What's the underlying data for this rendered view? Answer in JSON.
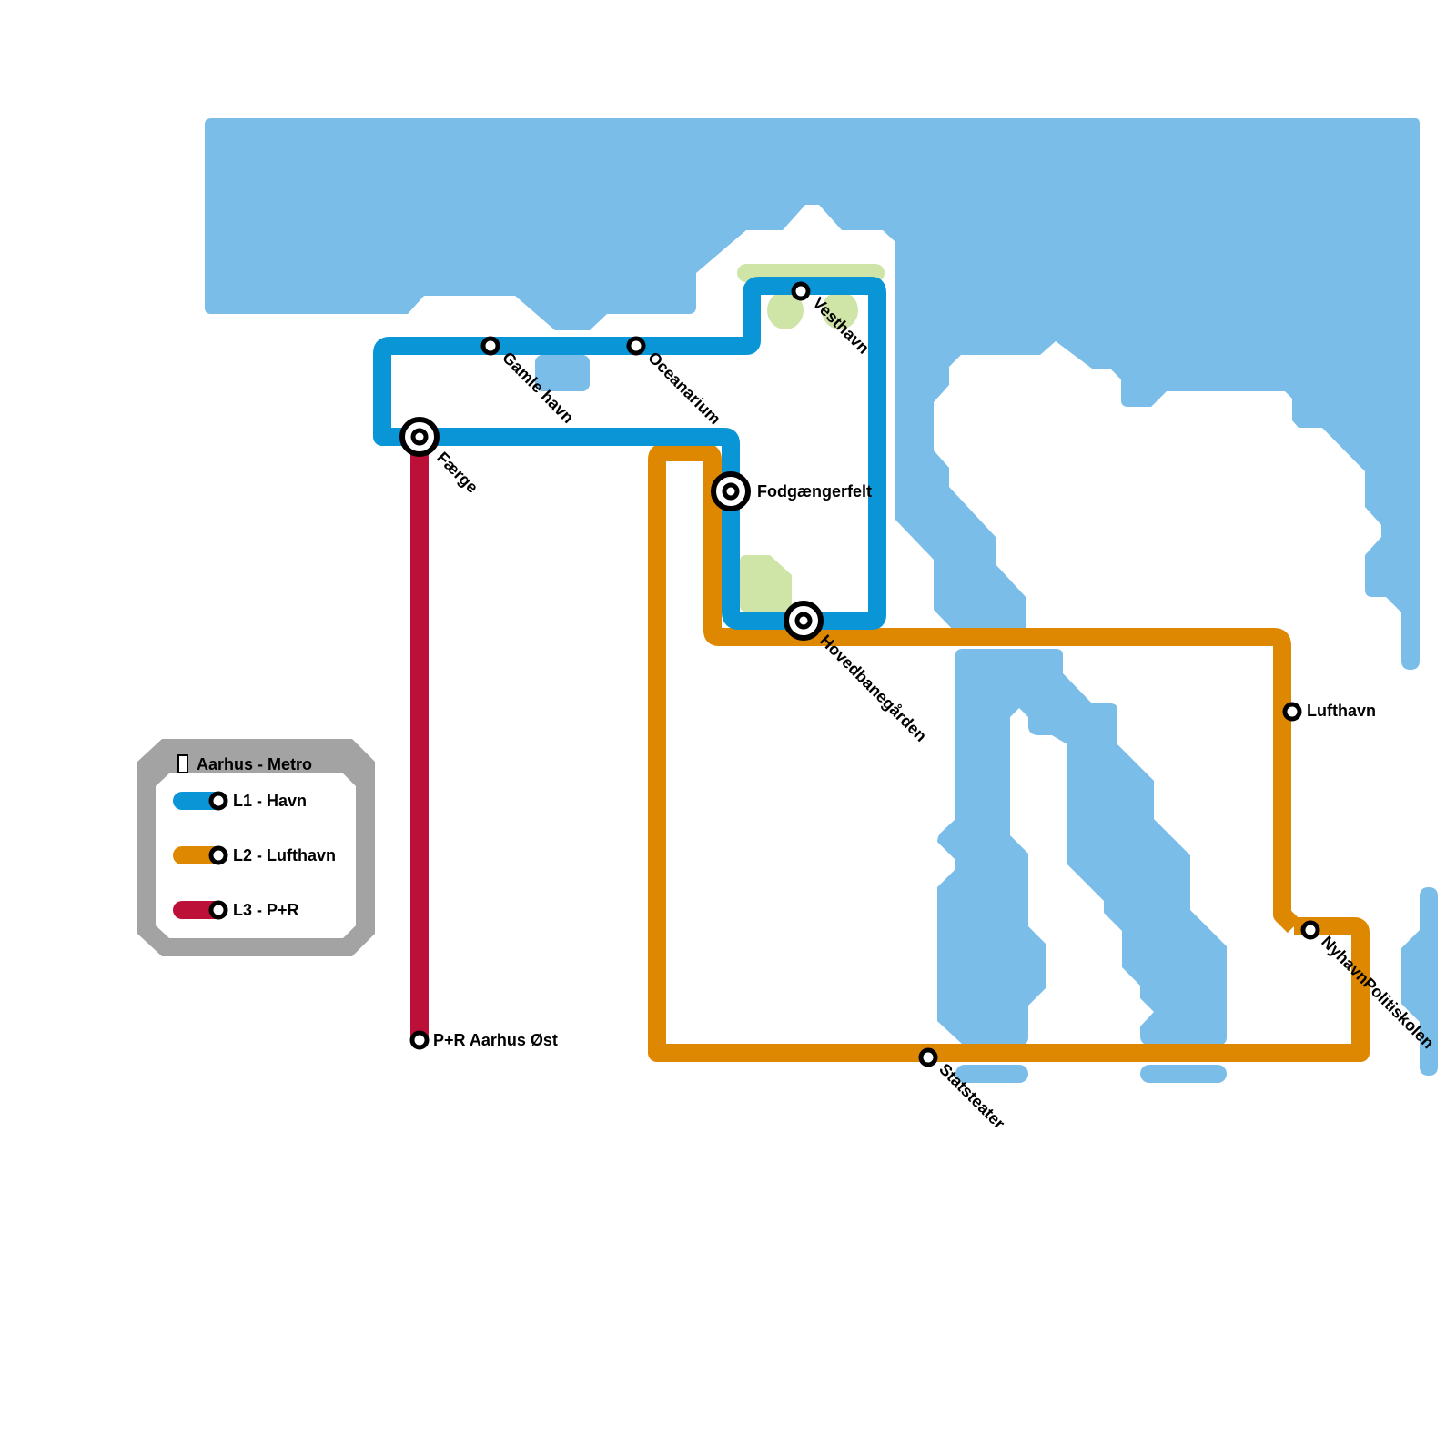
{
  "map": {
    "city": "Aarhus",
    "colors": {
      "water": "#79bde8",
      "park": "#cfe4a7",
      "legend_frame": "#a3a3a3",
      "background": "#ffffff"
    }
  },
  "legend": {
    "title": "Aarhus - Metro",
    "title_icon": "unknown-glyph-box-icon",
    "items": [
      {
        "id": "L1",
        "label": "L1 - Havn",
        "color": "#0a96d6"
      },
      {
        "id": "L2",
        "label": "L2 - Lufthavn",
        "color": "#de8700"
      },
      {
        "id": "L3",
        "label": "L3 - P+R",
        "color": "#bd1038"
      }
    ]
  },
  "lines": [
    {
      "id": "L1",
      "name": "Havn",
      "color": "#0a96d6",
      "stations": [
        "Færge",
        "Gamle havn",
        "Oceanarium",
        "Vesthavn",
        "Hovedbanegården",
        "Fodgængerfelt"
      ]
    },
    {
      "id": "L2",
      "name": "Lufthavn",
      "color": "#de8700",
      "stations": [
        "Fodgængerfelt",
        "Hovedbanegården",
        "Lufthavn",
        "NyhavnPolitiskolen",
        "Statsteater"
      ]
    },
    {
      "id": "L3",
      "name": "P+R",
      "color": "#bd1038",
      "stations": [
        "Færge",
        "P+R Aarhus Øst"
      ]
    }
  ],
  "stations": {
    "faerge": {
      "name": "Færge",
      "interchange": true
    },
    "gamle_havn": {
      "name": "Gamle havn",
      "interchange": false
    },
    "oceanarium": {
      "name": "Oceanarium",
      "interchange": false
    },
    "vesthavn": {
      "name": "Vesthavn",
      "interchange": false
    },
    "fodgaengerfelt": {
      "name": "Fodgængerfelt",
      "interchange": true
    },
    "hovedbanegaarden": {
      "name": "Hovedbanegården",
      "interchange": true
    },
    "lufthavn": {
      "name": "Lufthavn",
      "interchange": false
    },
    "nyhavn": {
      "name": "NyhavnPolitiskolen",
      "interchange": false
    },
    "statsteater": {
      "name": "Statsteater",
      "interchange": false
    },
    "pr_aarhus_oest": {
      "name": "P+R Aarhus Øst",
      "interchange": false
    }
  }
}
